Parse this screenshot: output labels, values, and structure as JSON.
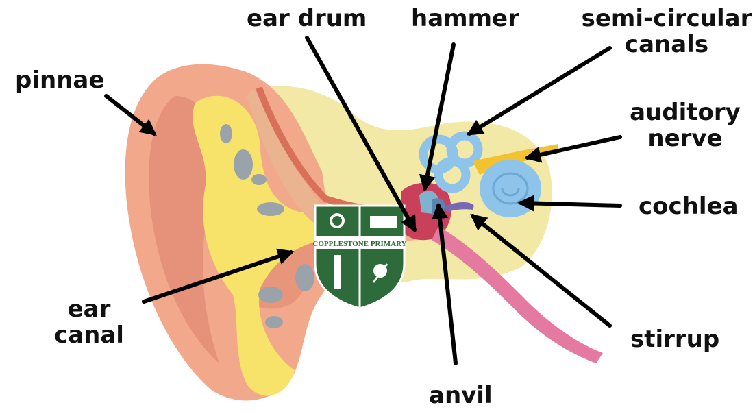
{
  "labels": {
    "pinnae": "pinnae",
    "ear_drum": "ear drum",
    "hammer": "hammer",
    "semi_circular_1": "semi-circular",
    "semi_circular_2": "canals",
    "auditory_1": "auditory",
    "auditory_2": "nerve",
    "cochlea": "cochlea",
    "ear_canal_1": "ear",
    "ear_canal_2": "canal",
    "stirrup": "stirrup",
    "anvil": "anvil"
  },
  "logo": {
    "school_name": "COPPLESTONE PRIMARY",
    "colors": {
      "green": "#2e6b3a",
      "white": "#ffffff"
    }
  },
  "colors": {
    "skin": "#f2a98b",
    "skin_dark": "#e28a73",
    "wax": "#f7e36a",
    "bone": "#f3e9a6",
    "canal": "#e9b48f",
    "cochlea": "#8fc4ea",
    "nerve": "#f2c230",
    "tube": "#e47aa0",
    "inner_red": "#c9405a",
    "arrow": "#000000"
  }
}
